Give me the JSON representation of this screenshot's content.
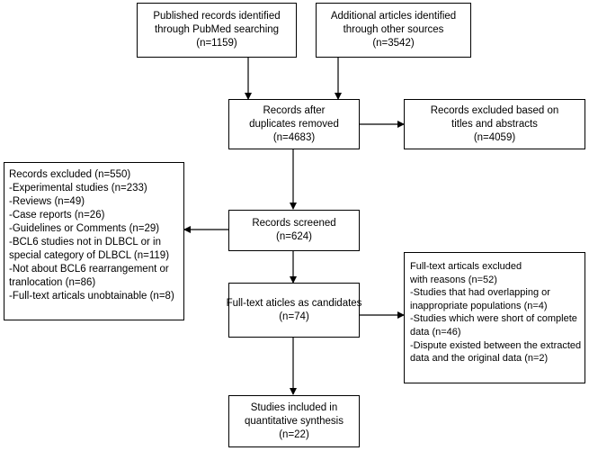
{
  "boxes": {
    "pubmed": [
      "Published records identified",
      "through PubMed searching",
      "(n=1159)"
    ],
    "other_sources": [
      "Additional articles identified",
      "through other sources",
      "(n=3542)"
    ],
    "after_duplicates": [
      "Records after",
      "duplicates removed",
      "(n=4683)"
    ],
    "excluded_titles": [
      "Records excluded based on",
      "titles and abstracts",
      "(n=4059)"
    ],
    "records_excluded": [
      "Records excluded (n=550)",
      "-Experimental studies (n=233)",
      "-Reviews (n=49)",
      "-Case reports (n=26)",
      "-Guidelines or Comments (n=29)",
      "-BCL6 studies not in DLBCL or in",
      "special category of DLBCL (n=119)",
      "-Not about BCL6 rearrangement or",
      "tranlocation (n=86)",
      "-Full-text articals unobtainable (n=8)"
    ],
    "screened": [
      "Records screened",
      "(n=624)"
    ],
    "fulltext_candidates": [
      "Full-text aticles as candidates",
      "(n=74)"
    ],
    "fulltext_excluded": [
      "Full-text articals excluded",
      "with reasons (n=52)",
      "-Studies that had overlapping or",
      "inappropriate populations (n=4)",
      "-Studies which were short of complete",
      "data (n=46)",
      "-Dispute existed between the extracted",
      "data and the original data (n=2)"
    ],
    "included": [
      "Studies included in",
      "quantitative synthesis",
      "(n=22)"
    ]
  }
}
